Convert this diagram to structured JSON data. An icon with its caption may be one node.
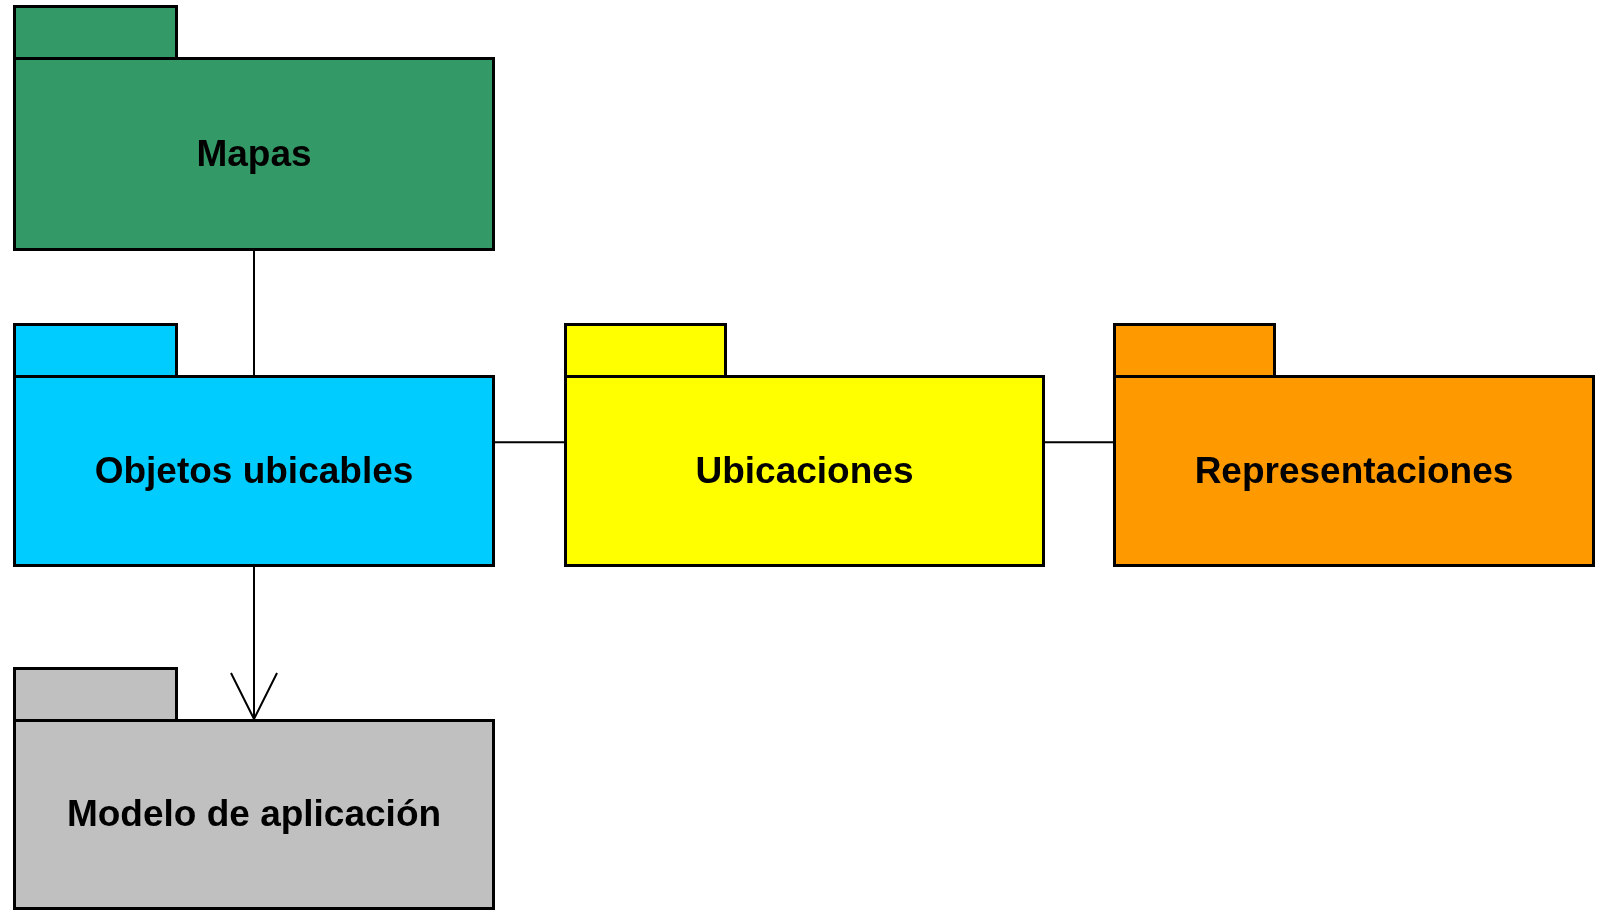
{
  "diagram": {
    "nodes": [
      {
        "text": [
          "Mapas"
        ]
      },
      {
        "text": [
          "Objetos ubicables"
        ]
      },
      {
        "text": [
          "Ubicaciones"
        ]
      },
      {
        "text": [
          "Representaciones"
        ]
      },
      {
        "text": [
          "Modelo de aplicación"
        ]
      }
    ],
    "edges": [
      {
        "from": 0,
        "to": 1,
        "arrow": "none"
      },
      {
        "from": 1,
        "to": 2,
        "arrow": "none"
      },
      {
        "from": 2,
        "to": 3,
        "arrow": "none"
      },
      {
        "from": 1,
        "to": 4,
        "arrow": "to"
      }
    ]
  }
}
